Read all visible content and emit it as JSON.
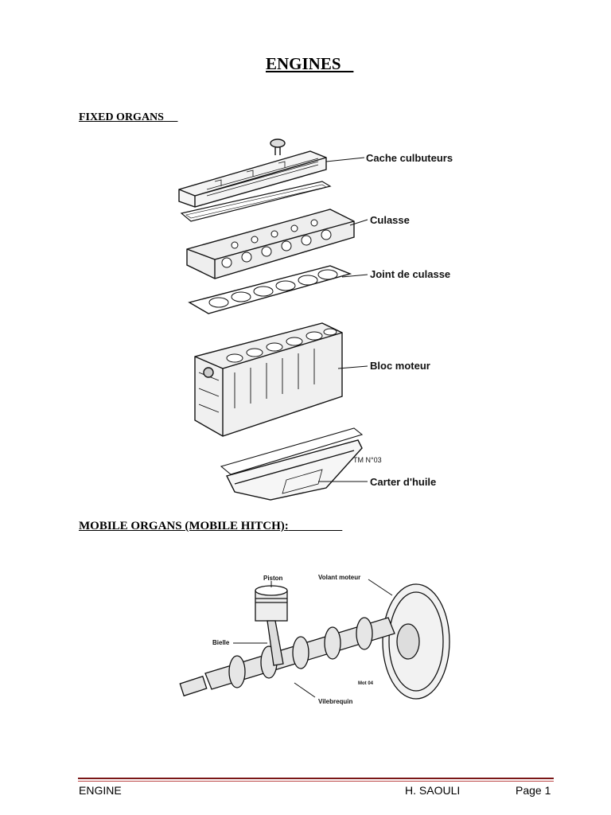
{
  "document": {
    "title": "ENGINES",
    "title_trailing_underline": "   "
  },
  "sections": {
    "fixed": {
      "heading": "FIXED ORGANS",
      "heading_trailing": "     ",
      "labels": {
        "valve_cover": "Cache culbuteurs",
        "head": "Culasse",
        "head_gasket": "Joint de culasse",
        "block": "Bloc moteur",
        "ref": "TM N°03",
        "oil_pan": "Carter d'huile"
      }
    },
    "mobile": {
      "heading": "MOBILE ORGANS (MOBILE HITCH):",
      "heading_trailing": "                  ",
      "labels": {
        "piston": "Piston",
        "flywheel": "Volant moteur",
        "rod": "Bielle",
        "ref": "Mot 04",
        "crankshaft": "Vilebrequin"
      }
    }
  },
  "footer": {
    "left": "ENGINE",
    "author": "H. SAOULI",
    "page": "Page 1"
  },
  "colors": {
    "footer_rule": "#7a1616",
    "ink": "#000000"
  }
}
